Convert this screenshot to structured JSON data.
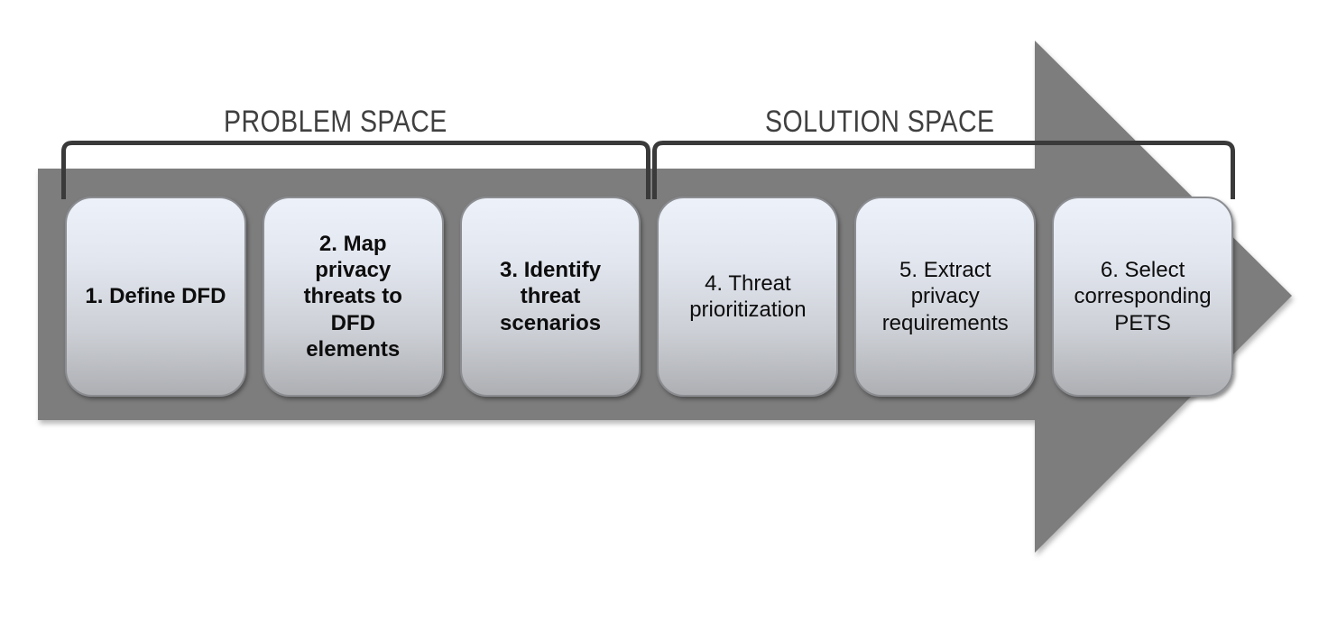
{
  "diagram": {
    "title_labels": {
      "problem_space": "PROBLEM SPACE",
      "solution_space": "SOLUTION SPACE"
    },
    "steps": [
      {
        "label": "1. Define DFD",
        "phase": "problem",
        "bold": true
      },
      {
        "label": "2. Map\nprivacy\nthreats to\nDFD\nelements",
        "phase": "problem",
        "bold": true
      },
      {
        "label": "3. Identify\nthreat\nscenarios",
        "phase": "problem",
        "bold": true
      },
      {
        "label": "4. Threat\nprioritization",
        "phase": "solution",
        "bold": false
      },
      {
        "label": "5. Extract\nprivacy\nrequirements",
        "phase": "solution",
        "bold": false
      },
      {
        "label": "6. Select\ncorresponding\nPETS",
        "phase": "solution",
        "bold": false
      }
    ],
    "colors": {
      "arrow_gray": "#7d7d7d",
      "bracket": "#3a3a3a",
      "label_text": "#404040",
      "box_text": "#0d0d0d"
    }
  }
}
